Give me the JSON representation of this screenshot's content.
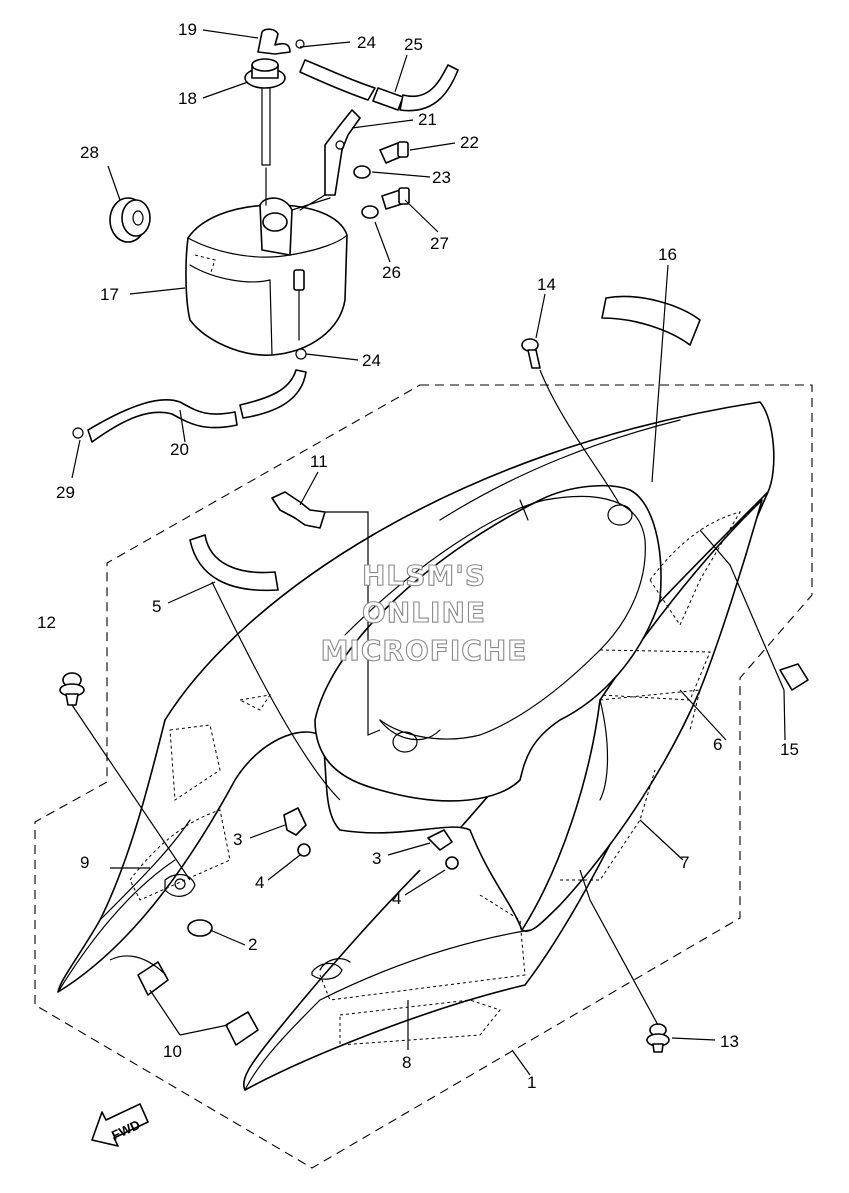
{
  "watermark": {
    "line1": "HLSM'S",
    "line2": "ONLINE",
    "line3": "MICROFICHE"
  },
  "direction_label": "FWD",
  "callouts": [
    "19",
    "24",
    "25",
    "18",
    "21",
    "22",
    "23",
    "28",
    "27",
    "26",
    "17",
    "16",
    "14",
    "24",
    "20",
    "29",
    "11",
    "5",
    "12",
    "6",
    "15",
    "3",
    "9",
    "3",
    "4",
    "4",
    "7",
    "2",
    "10",
    "8",
    "13",
    "1"
  ]
}
